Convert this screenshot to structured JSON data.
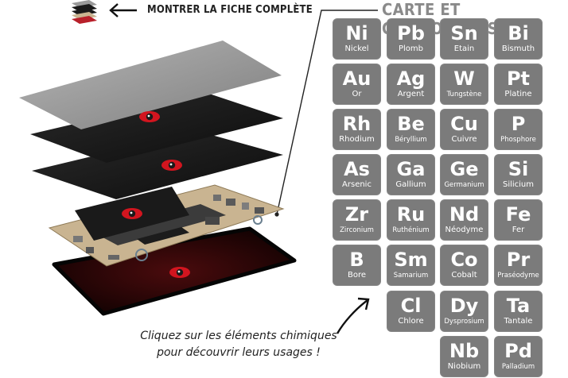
{
  "header": {
    "fiche_label": "MONTRER LA FICHE COMPLÈTE",
    "carte_title": "CARTE ET COMPOSANTS"
  },
  "hint": {
    "line1": "Cliquez sur les éléments chimiques",
    "line2": "pour découvrir leurs usages !"
  },
  "elements": [
    {
      "symbol": "Ni",
      "name": "Nickel"
    },
    {
      "symbol": "Pb",
      "name": "Plomb"
    },
    {
      "symbol": "Sn",
      "name": "Etain"
    },
    {
      "symbol": "Bi",
      "name": "Bismuth"
    },
    {
      "symbol": "Au",
      "name": "Or"
    },
    {
      "symbol": "Ag",
      "name": "Argent"
    },
    {
      "symbol": "W",
      "name": "Tungstène"
    },
    {
      "symbol": "Pt",
      "name": "Platine"
    },
    {
      "symbol": "Rh",
      "name": "Rhodium"
    },
    {
      "symbol": "Be",
      "name": "Béryllium"
    },
    {
      "symbol": "Cu",
      "name": "Cuivre"
    },
    {
      "symbol": "P",
      "name": "Phosphore"
    },
    {
      "symbol": "As",
      "name": "Arsenic"
    },
    {
      "symbol": "Ga",
      "name": "Gallium"
    },
    {
      "symbol": "Ge",
      "name": "Germanium"
    },
    {
      "symbol": "Si",
      "name": "Silicium"
    },
    {
      "symbol": "Zr",
      "name": "Zirconium"
    },
    {
      "symbol": "Ru",
      "name": "Ruthénium"
    },
    {
      "symbol": "Nd",
      "name": "Néodyme"
    },
    {
      "symbol": "Fe",
      "name": "Fer"
    },
    {
      "symbol": "B",
      "name": "Bore"
    },
    {
      "symbol": "Sm",
      "name": "Samarium"
    },
    {
      "symbol": "Co",
      "name": "Cobalt"
    },
    {
      "symbol": "Pr",
      "name": "Praséodyme"
    },
    {
      "symbol": "Cl",
      "name": "Chlore"
    },
    {
      "symbol": "Dy",
      "name": "Dysprosium"
    },
    {
      "symbol": "Ta",
      "name": "Tantale"
    },
    {
      "symbol": "Nb",
      "name": "Niobium"
    },
    {
      "symbol": "Pd",
      "name": "Palladium"
    }
  ],
  "colors": {
    "tile": "#7b7b7b",
    "title_gray": "#8a8a8a",
    "eye_red": "#d2151f",
    "board": "#c9b491"
  }
}
